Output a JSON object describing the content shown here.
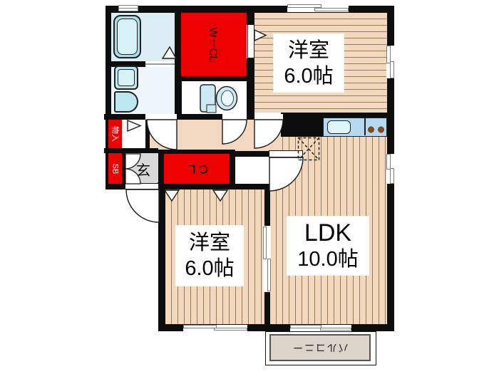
{
  "floorplan": {
    "rooms": [
      {
        "name": "洋室",
        "size": "6.0帖",
        "position": "top-right",
        "flooring": "wood-horizontal"
      },
      {
        "name": "洋室",
        "size": "6.0帖",
        "position": "bottom-left",
        "flooring": "wood-vertical"
      },
      {
        "name": "LDK",
        "size": "10.0帖",
        "position": "bottom-right",
        "flooring": "wood-vertical"
      }
    ],
    "closets": {
      "wcl": "W－CL",
      "cl": "CL",
      "monoire": "物入",
      "sb": "SB"
    },
    "entrance": {
      "label": "玄"
    },
    "balcony": {
      "label": "バルコニー"
    },
    "fixtures": [
      "bathtub",
      "washing-machine",
      "washbasin",
      "toilet",
      "kitchen-sink",
      "stove-burners",
      "refrigerator-space"
    ],
    "colors": {
      "closet_red": "#ee0000",
      "wall_black": "#0d0d0d",
      "floor_wood": "#f4d8bc",
      "plank_line": "#8f7b69",
      "corridor_tan": "#f2d8c0",
      "bath_blue": "#bde6f1",
      "bath_floor": "#dcedf6",
      "counter_blue": "#b7d8ef",
      "genkan_gray": "#d9d9d9",
      "balcony_beige": "#dcd3ca"
    }
  }
}
